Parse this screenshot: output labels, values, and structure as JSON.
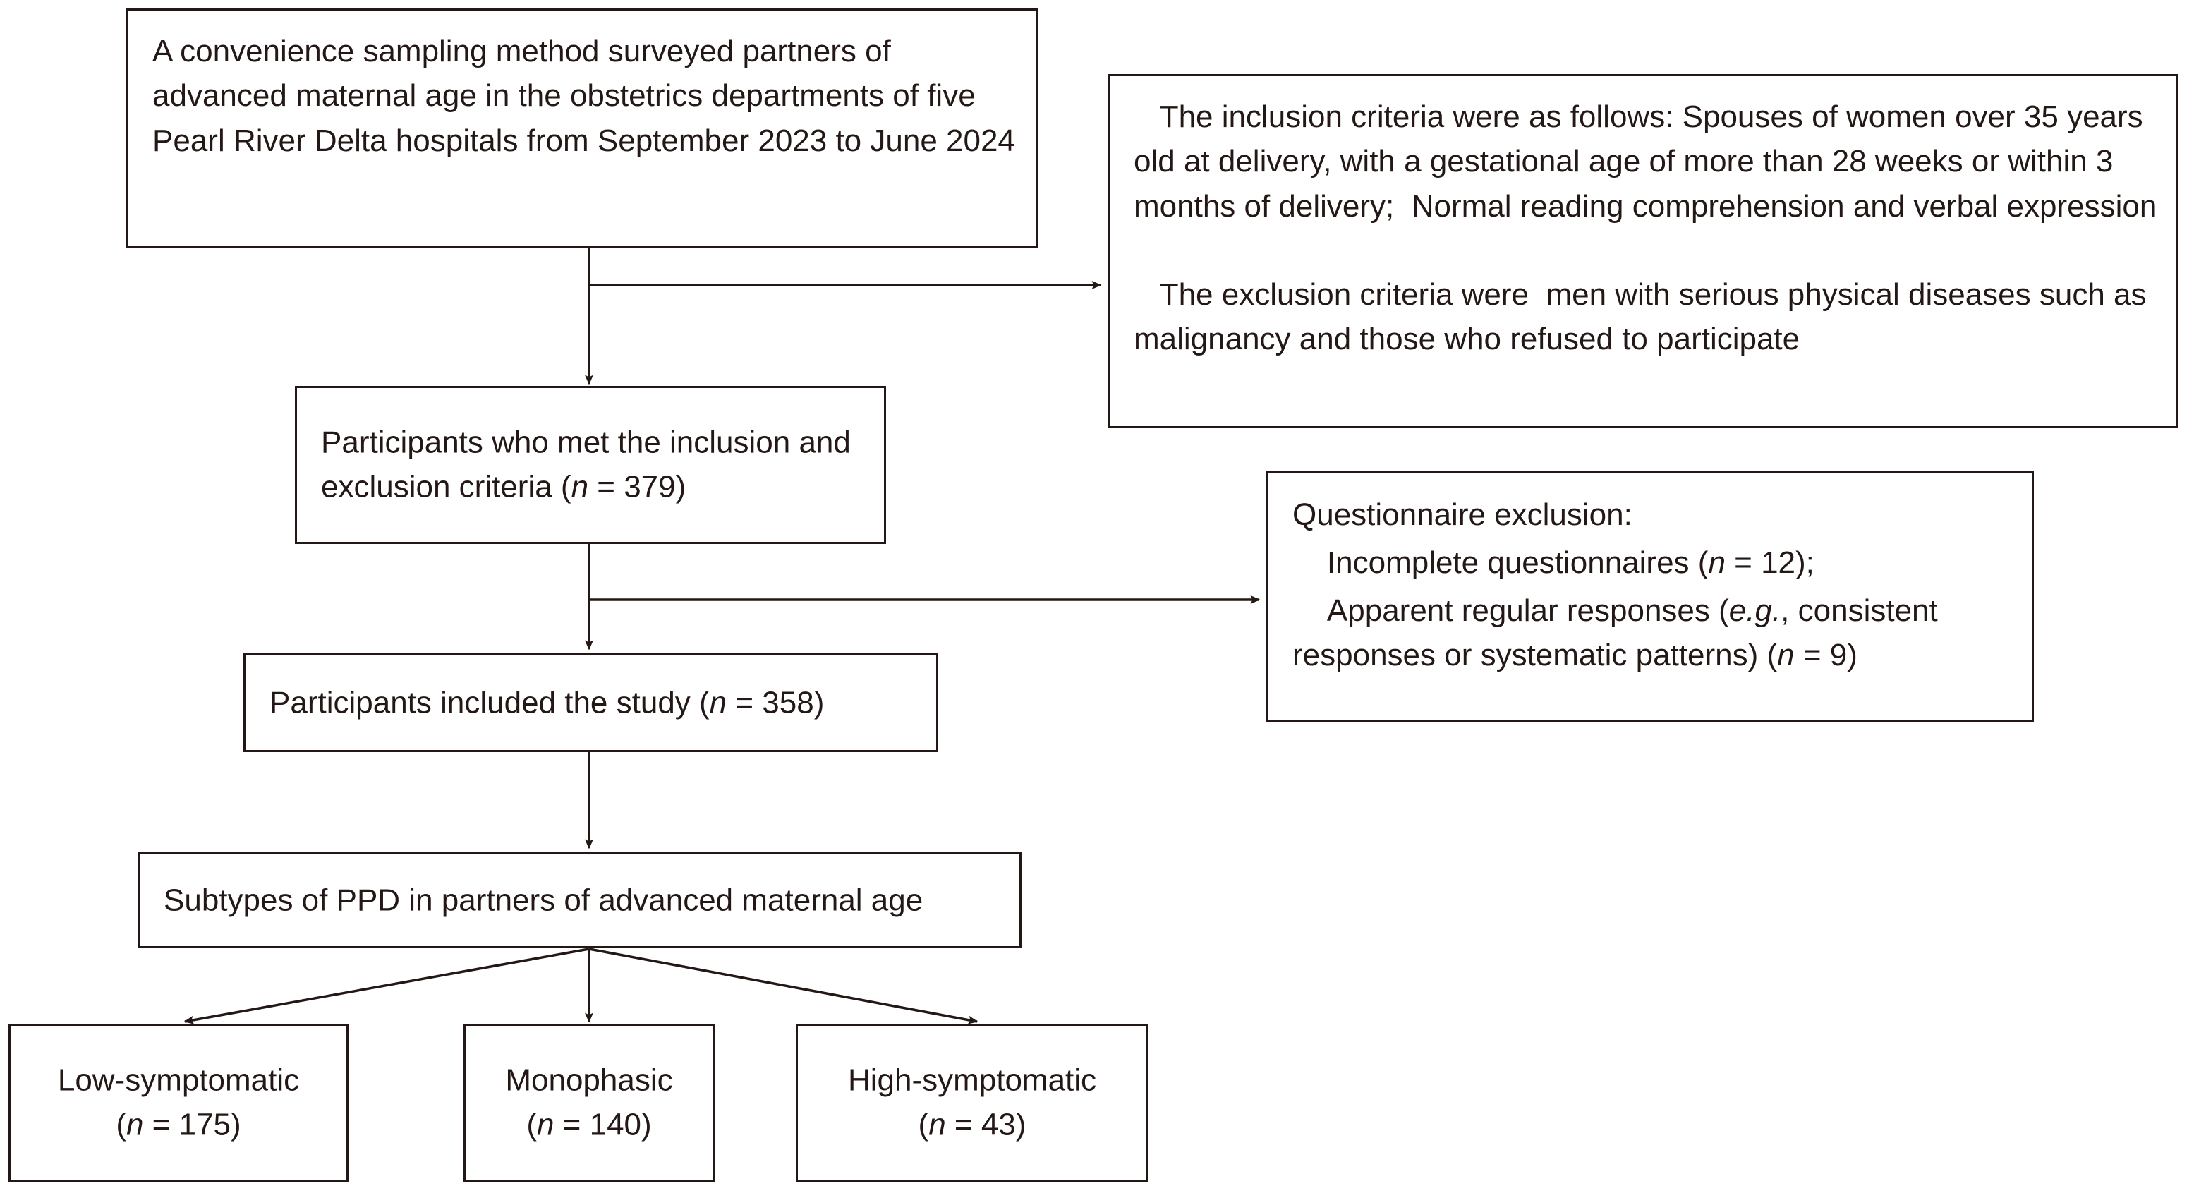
{
  "diagram": {
    "title": "Participant recruitment and PPD subtype flowchart",
    "stroke_color": "#231815",
    "background_color": "#ffffff",
    "boxes": {
      "sampling": {
        "text": "A convenience sampling method surveyed partners of advanced maternal age in the obstetrics departments of five Pearl River Delta hospitals from September 2023 to June 2024"
      },
      "criteria": {
        "line1": "   The inclusion criteria were as follows: Spouses of women over 35 years old at delivery, with a gestational age of more than 28 weeks or within 3 months of delivery;  Normal reading comprehension and verbal expression",
        "line2": "   The exclusion criteria were  men with serious physical diseases such as malignancy and those who refused to participate"
      },
      "met_criteria": {
        "text_before": "Participants who met the inclusion and exclusion criteria (",
        "n_symbol": "n",
        "text_after": " = 379)"
      },
      "questionnaire_exclusion": {
        "heading": "Questionnaire exclusion:",
        "item1_before": "    Incomplete questionnaires (",
        "item1_n": "n",
        "item1_after": " = 12);",
        "item2_before": "    Apparent regular responses (",
        "item2_eg": "e.g.",
        "item2_mid": ", consistent responses or systematic patterns) (",
        "item2_n": "n",
        "item2_after": " = 9)"
      },
      "included": {
        "text_before": "Participants included the study (",
        "n_symbol": "n",
        "text_after": " = 358)"
      },
      "subtypes": {
        "text": "Subtypes of PPD in partners of advanced maternal age"
      },
      "low_symptomatic": {
        "label": "Low-symptomatic",
        "n_open": "(",
        "n_symbol": "n",
        "n_value": " = 175)"
      },
      "monophasic": {
        "label": "Monophasic",
        "n_open": "(",
        "n_symbol": "n",
        "n_value": " = 140)"
      },
      "high_symptomatic": {
        "label": "High-symptomatic",
        "n_open": "(",
        "n_symbol": "n",
        "n_value": " = 43)"
      }
    }
  }
}
